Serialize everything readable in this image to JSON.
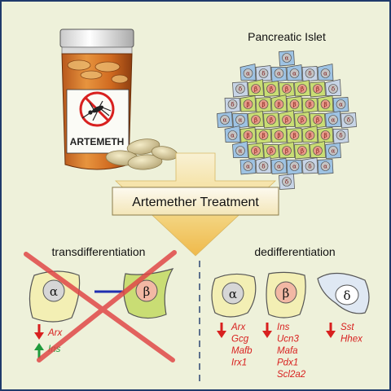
{
  "title_islet": "Pancreatic Islet",
  "treatment_label": "Artemether Treatment",
  "bottle_label": "ARTEMETH",
  "islet_cell_labels": {
    "alpha": "α",
    "beta": "β",
    "delta": "δ"
  },
  "left_panel": {
    "title": "transdifferentiation",
    "from_cell": "α",
    "to_cell": "β",
    "down_genes": [
      "Arx"
    ],
    "up_genes": [
      "Ins"
    ]
  },
  "right_panel": {
    "title": "dedifferentiation",
    "cells": [
      {
        "symbol": "α",
        "down_genes": [
          "Arx",
          "Gcg",
          "Mafb",
          "Irx1"
        ]
      },
      {
        "symbol": "β",
        "down_genes": [
          "Ins",
          "Ucn3",
          "Mafa",
          "Pdx1",
          "Scl2a2"
        ]
      },
      {
        "symbol": "δ",
        "down_genes": [
          "Sst",
          "Hhex"
        ]
      }
    ]
  },
  "colors": {
    "background": "#eef1da",
    "border": "#1f3a6b",
    "down_arrow": "#d8201f",
    "up_arrow": "#1f9a3c",
    "gene_down": "#d8201f",
    "gene_up": "#1f9a3c",
    "cross": "#e04848",
    "cell_fill": "#f3efb4",
    "beta_cell_fill": "#c9dd74",
    "alpha_cell_fill": "#9ec3e3",
    "transdiff_arrow": "#1f2fb0",
    "treatment_arrow": "#f2c94a"
  }
}
